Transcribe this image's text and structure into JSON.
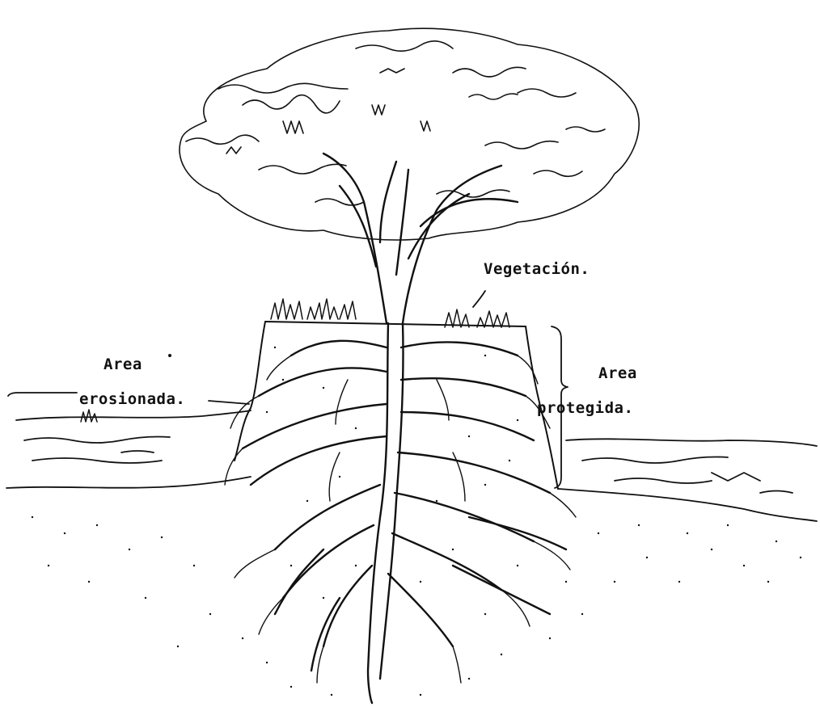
{
  "labels": {
    "vegetation": "Vegetación.",
    "eroded_line1": "Area",
    "eroded_line2": "erosionada.",
    "protected_line1": "Area",
    "protected_line2": "protegida."
  }
}
